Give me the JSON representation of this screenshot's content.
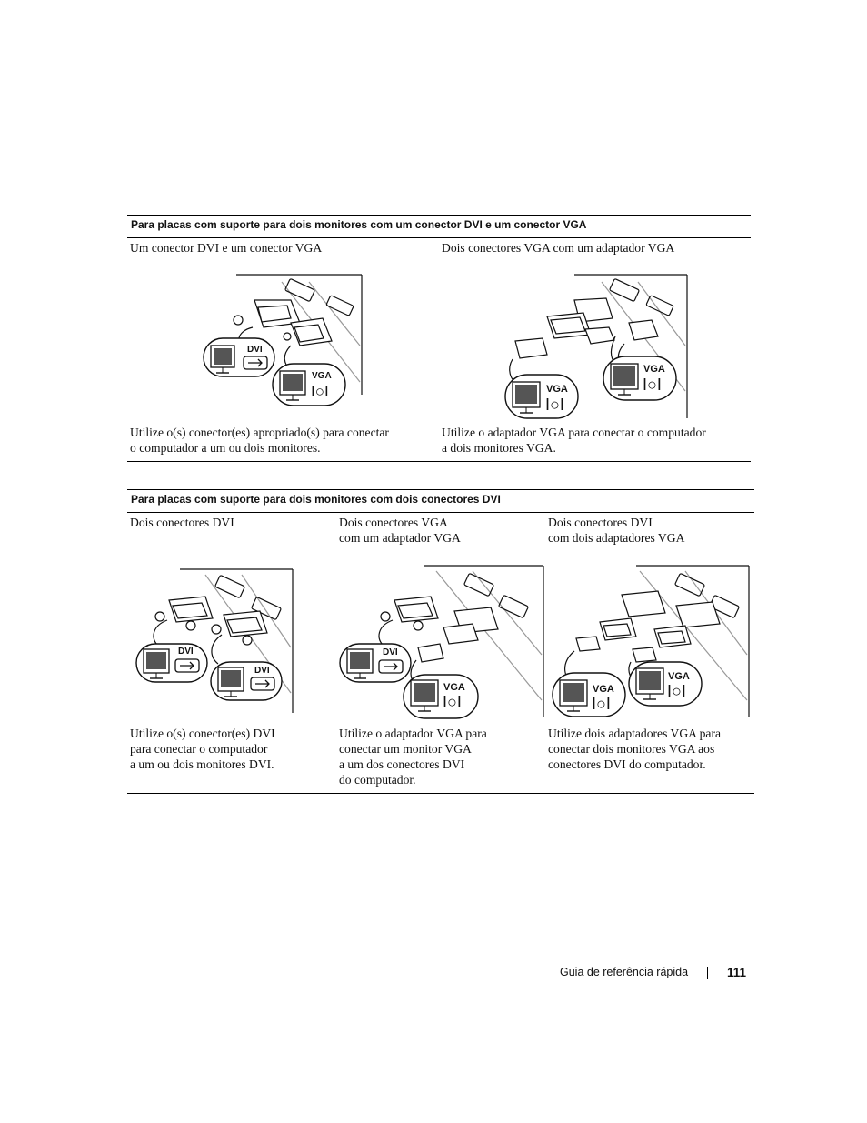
{
  "section1": {
    "heading": "Para placas com suporte para dois monitores com um conector DVI e um conector VGA",
    "columns": [
      {
        "title": "Um conector DVI e um conector VGA",
        "description": "Utilize o(s) conector(es) apropriado(s) para conectar\no computador a um ou dois monitores.",
        "figure_labels": [
          "DVI",
          "VGA"
        ]
      },
      {
        "title": "Dois conectores VGA com um adaptador VGA",
        "description": "Utilize o adaptador VGA para conectar o computador\na dois monitores VGA.",
        "figure_labels": [
          "VGA",
          "VGA"
        ]
      }
    ]
  },
  "section2": {
    "heading": "Para placas com suporte para dois monitores com dois conectores DVI",
    "columns": [
      {
        "title": "Dois conectores DVI",
        "description": "Utilize o(s) conector(es) DVI\npara conectar o computador\na um ou dois monitores DVI.",
        "figure_labels": [
          "DVI",
          "DVI"
        ]
      },
      {
        "title": "Dois conectores VGA\ncom um adaptador VGA",
        "description": "Utilize o adaptador VGA para\nconectar um monitor VGA\na um dos conectores DVI\ndo computador.",
        "figure_labels": [
          "DVI",
          "VGA"
        ]
      },
      {
        "title": "Dois conectores DVI\ncom dois adaptadores VGA",
        "description": "Utilize dois adaptadores VGA para\nconectar dois monitores VGA aos\nconectores DVI do computador.",
        "figure_labels": [
          "VGA",
          "VGA"
        ]
      }
    ]
  },
  "footer": {
    "label": "Guia de referência rápida",
    "page_number": "111"
  }
}
